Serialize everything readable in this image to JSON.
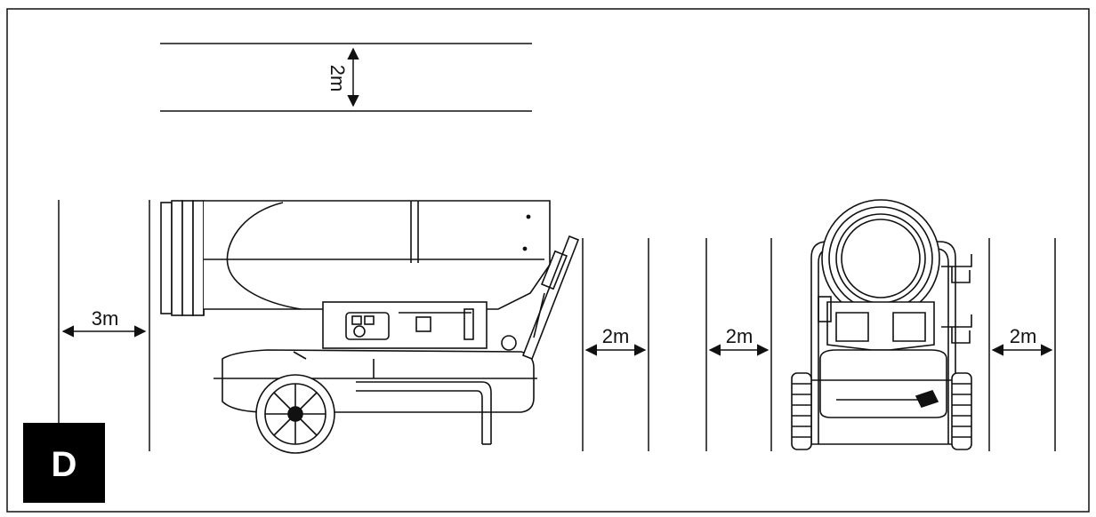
{
  "figure": {
    "panel_letter": "D",
    "clearances": {
      "above": "2m",
      "rear": "3m",
      "front": "2m",
      "side_left": "2m",
      "side_right": "2m"
    },
    "colors": {
      "line": "#111111",
      "badge_bg": "#000000",
      "badge_text": "#ffffff",
      "background": "#ffffff"
    }
  }
}
